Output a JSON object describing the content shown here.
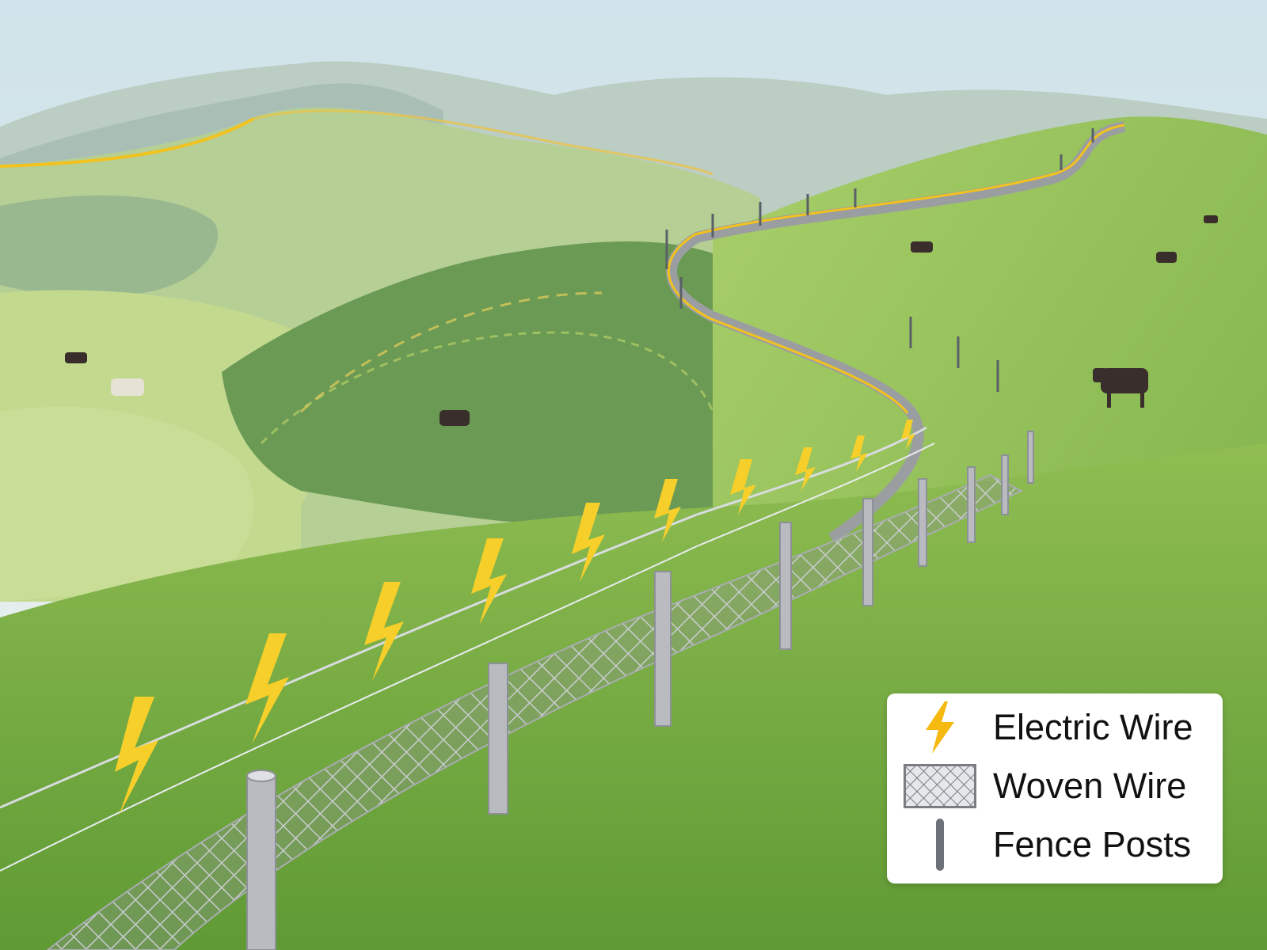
{
  "illustration": {
    "subject": "Rolling green pasture hills with a fence line combining electric wire, woven wire mesh, and fence posts; grazing cattle",
    "colors": {
      "sky": "#dbe9ee",
      "far_hills": "#b9cdbf",
      "mid_hills": "#b8d08f",
      "near_grass": "#6fa23c",
      "electric_wire": "#f7c52a",
      "woven_wire": "#8a8d94",
      "fence_post": "#b7b9be",
      "cow_dark": "#3a2e2c"
    }
  },
  "legend": {
    "items": [
      {
        "icon": "lightning-bolt-icon",
        "label": "Electric Wire",
        "color": "#f5b90f"
      },
      {
        "icon": "woven-mesh-icon",
        "label": "Woven Wire",
        "color": "#7b7d83"
      },
      {
        "icon": "fence-post-icon",
        "label": "Fence Posts",
        "color": "#6d717a"
      }
    ]
  }
}
